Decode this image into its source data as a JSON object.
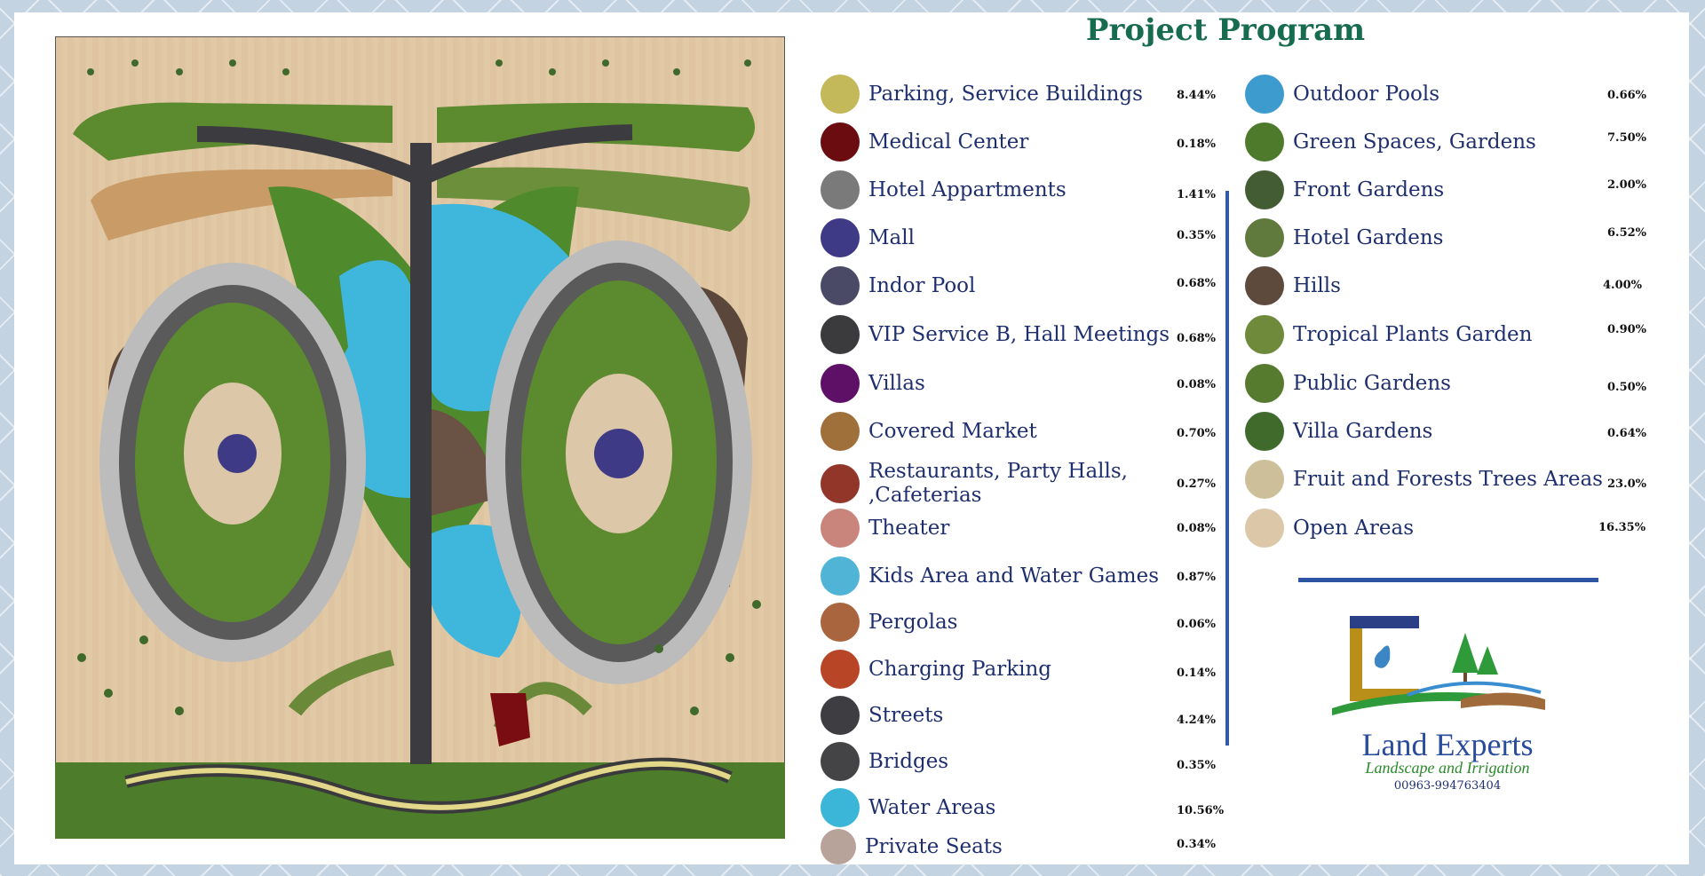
{
  "title": "Project Program",
  "legend_left": [
    {
      "label": "Parking, Service Buildings",
      "pct": "8.44%",
      "color": "#c3b85a",
      "icon": "parking-swatch"
    },
    {
      "label": "Medical Center",
      "pct": "0.18%",
      "color": "#6a0c10",
      "icon": "medical-swatch"
    },
    {
      "label": "Hotel Appartments",
      "pct": "1.41%",
      "color": "#7a7a7a",
      "icon": "hotel-swatch"
    },
    {
      "label": "Mall",
      "pct": "0.35%",
      "color": "#3f3a86",
      "icon": "mall-swatch"
    },
    {
      "label": "Indor Pool",
      "pct": "0.68%",
      "color": "#4b4a66",
      "icon": "pool-swatch"
    },
    {
      "label": "VIP Service B, Hall Meetings",
      "pct": "0.68%",
      "color": "#3b3b3e",
      "icon": "vip-swatch"
    },
    {
      "label": "Villas",
      "pct": "0.08%",
      "color": "#5e0f66",
      "icon": "villas-swatch"
    },
    {
      "label": "Covered Market",
      "pct": "0.70%",
      "color": "#a0703a",
      "icon": "market-swatch"
    },
    {
      "label": "Restaurants, Party Halls,\n,Cafeterias",
      "pct": "0.27%",
      "color": "#93362a",
      "icon": "restaurant-swatch"
    },
    {
      "label": "Theater",
      "pct": "0.08%",
      "color": "#c9857c",
      "icon": "theater-swatch"
    },
    {
      "label": "Kids Area and Water Games",
      "pct": "0.87%",
      "color": "#4fb4d6",
      "icon": "kids-swatch"
    },
    {
      "label": "Pergolas",
      "pct": "0.06%",
      "color": "#a9653d",
      "icon": "pergola-swatch"
    },
    {
      "label": "Charging Parking",
      "pct": "0.14%",
      "color": "#b74526",
      "icon": "charging-swatch"
    },
    {
      "label": "Streets",
      "pct": "4.24%",
      "color": "#3e3e42",
      "icon": "streets-swatch"
    },
    {
      "label": "Bridges",
      "pct": "0.35%",
      "color": "#444446",
      "icon": "bridges-swatch"
    },
    {
      "label": "Water Areas",
      "pct": "10.56%",
      "color": "#3cb6d8",
      "icon": "water-swatch"
    },
    {
      "label": "Private Seats",
      "pct": "0.34%",
      "color": "#b8a39a",
      "icon": "seats-swatch"
    }
  ],
  "legend_right": [
    {
      "label": "Outdoor Pools",
      "pct": "0.66%",
      "color": "#3d9ccd",
      "icon": "outdoor-pool-swatch"
    },
    {
      "label": "Green Spaces, Gardens",
      "pct": "7.50%",
      "color": "#4e7a2c",
      "icon": "green-swatch"
    },
    {
      "label": "Front Gardens",
      "pct": "2.00%",
      "color": "#435c34",
      "icon": "front-garden-swatch"
    },
    {
      "label": "Hotel Gardens",
      "pct": "6.52%",
      "color": "#5f7a3c",
      "icon": "hotel-garden-swatch"
    },
    {
      "label": "Hills",
      "pct": "4.00%",
      "color": "#5d4a3c",
      "icon": "hills-swatch"
    },
    {
      "label": "Tropical Plants Garden",
      "pct": "0.90%",
      "color": "#6f8a3a",
      "icon": "tropical-swatch"
    },
    {
      "label": "Public Gardens",
      "pct": "0.50%",
      "color": "#567a2e",
      "icon": "public-garden-swatch"
    },
    {
      "label": "Villa Gardens",
      "pct": "0.64%",
      "color": "#3f6a2c",
      "icon": "villa-garden-swatch"
    },
    {
      "label": "Fruit and Forests Trees Areas",
      "pct": "23.0%",
      "color": "#cdbf9a",
      "icon": "fruit-trees-swatch"
    },
    {
      "label": "Open Areas",
      "pct": "16.35%",
      "color": "#dcc7a8",
      "icon": "open-area-swatch"
    }
  ],
  "logo": {
    "brand": "Land Experts",
    "tagline": "Landscape and Irrigation",
    "phone": "00963-994763404"
  }
}
